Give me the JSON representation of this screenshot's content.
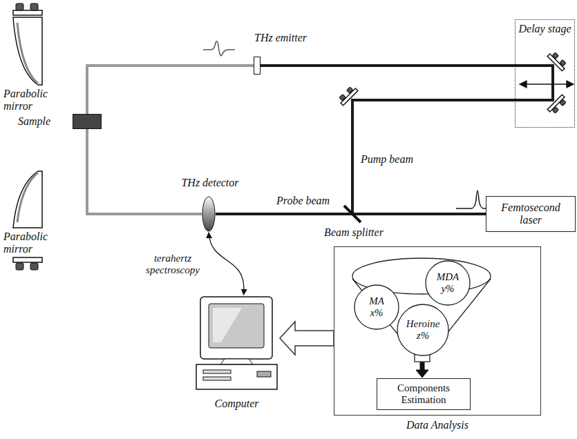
{
  "diagram": {
    "nodes": [
      {
        "text": [
          "Parabolic mirror"
        ]
      },
      {
        "text": [
          "THz emitter"
        ]
      },
      {
        "text": [
          "Delay stage"
        ]
      },
      {
        "text": [
          "Sample"
        ]
      },
      {
        "text": [
          "THz detector"
        ]
      },
      {
        "text": [
          "Beam splitter"
        ]
      },
      {
        "text": [
          "Femtosecond laser"
        ]
      },
      {
        "text": [
          "Parabolic mirror"
        ]
      },
      {
        "text": [
          "Computer"
        ]
      },
      {
        "text": [
          "Data Analysis"
        ]
      },
      {
        "text": [
          "MA",
          "x%"
        ],
        "in": 9
      },
      {
        "text": [
          "MDA",
          "y%"
        ],
        "in": 9
      },
      {
        "text": [
          "Heroine",
          "z%"
        ],
        "in": 9
      },
      {
        "text": [
          "Components Estimation"
        ],
        "in": 9
      }
    ],
    "edges": [
      {
        "from": 6,
        "to": 5,
        "arrow": "none"
      },
      {
        "from": 5,
        "to": 2,
        "arrow": "none",
        "label": "Pump beam"
      },
      {
        "from": 2,
        "to": 1,
        "arrow": "none"
      },
      {
        "from": 1,
        "to": 3,
        "arrow": "none"
      },
      {
        "from": 3,
        "to": 4,
        "arrow": "none"
      },
      {
        "from": 5,
        "to": 4,
        "arrow": "none",
        "label": "Probe beam"
      },
      {
        "from": 4,
        "to": 8,
        "arrow": "both",
        "label": "terahertz spectroscopy"
      },
      {
        "from": 9,
        "to": 8,
        "arrow": "to"
      }
    ]
  }
}
